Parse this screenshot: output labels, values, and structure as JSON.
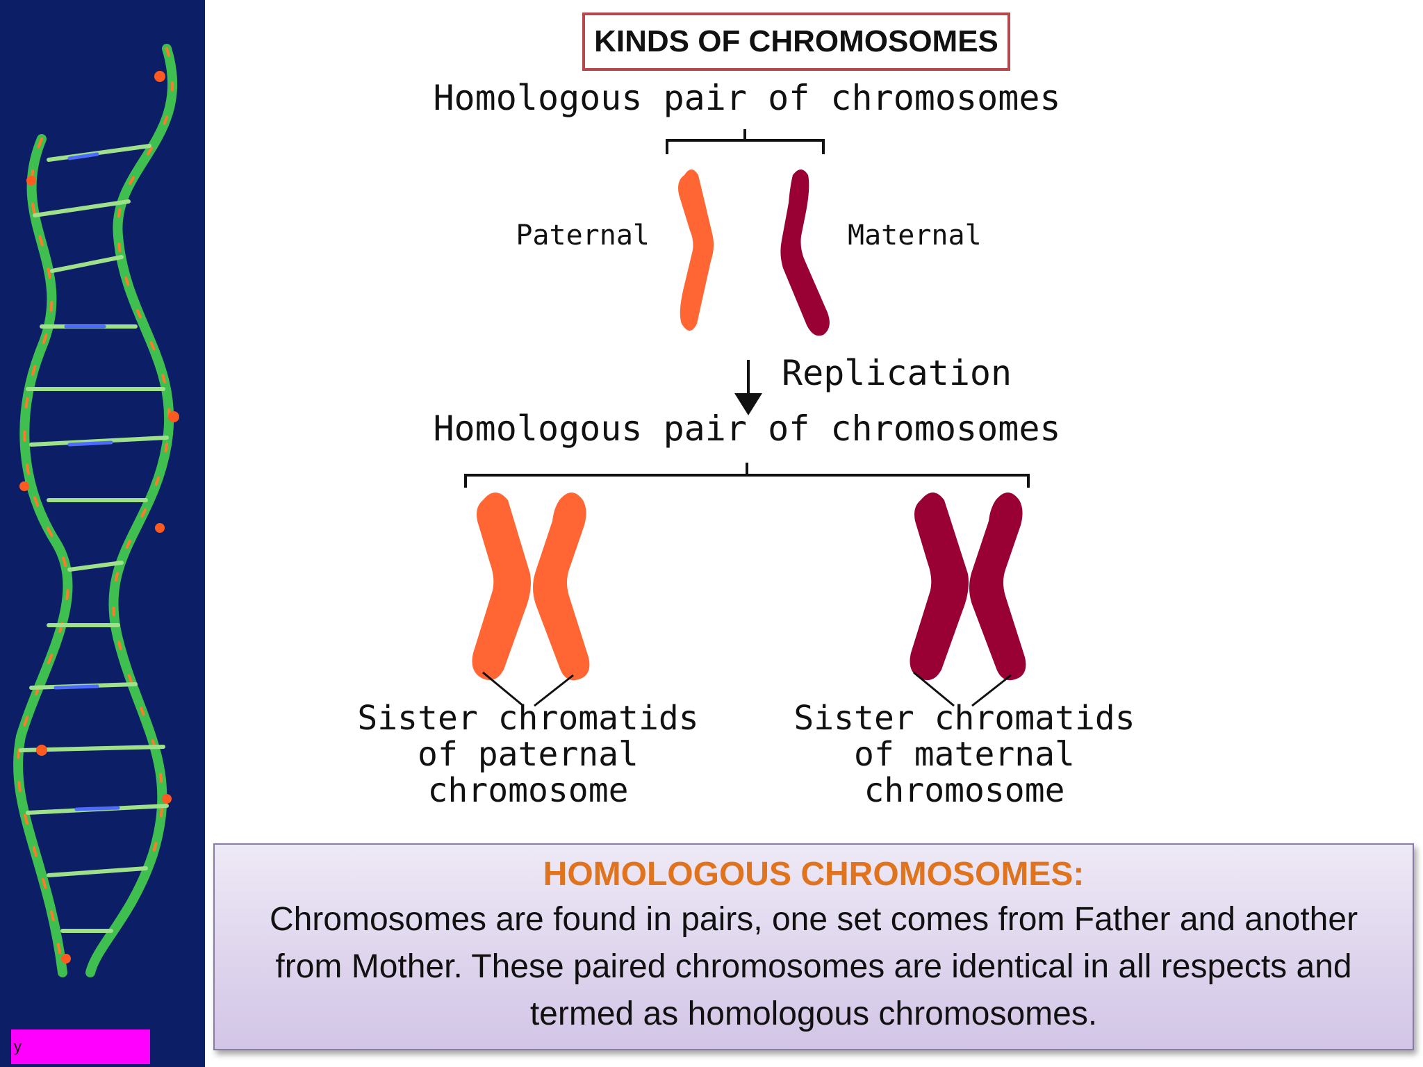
{
  "title": "KINDS OF CHROMOSOMES",
  "diagram": {
    "top_label": "Homologous pair of chromosomes",
    "paternal_label": "Paternal",
    "maternal_label": "Maternal",
    "replication_label": "Replication",
    "bottom_label": "Homologous pair of chromosomes",
    "left_caption": [
      "Sister chromatids",
      "of paternal",
      "chromosome"
    ],
    "right_caption": [
      "Sister chromatids",
      "of maternal",
      "chromosome"
    ],
    "paternal_color": "#ff6633",
    "maternal_color": "#990033"
  },
  "info": {
    "heading": "HOMOLOGOUS CHROMOSOMES:",
    "body": "Chromosomes are found in pairs, one set comes from Father and another from Mother. These paired chromosomes are identical in all respects and termed as homologous chromosomes.",
    "heading_color": "#e0741e"
  },
  "sidebar": {
    "background_color": "#0c1f66",
    "footer_tag_text": "y",
    "footer_tag_color": "#ff00ff"
  }
}
